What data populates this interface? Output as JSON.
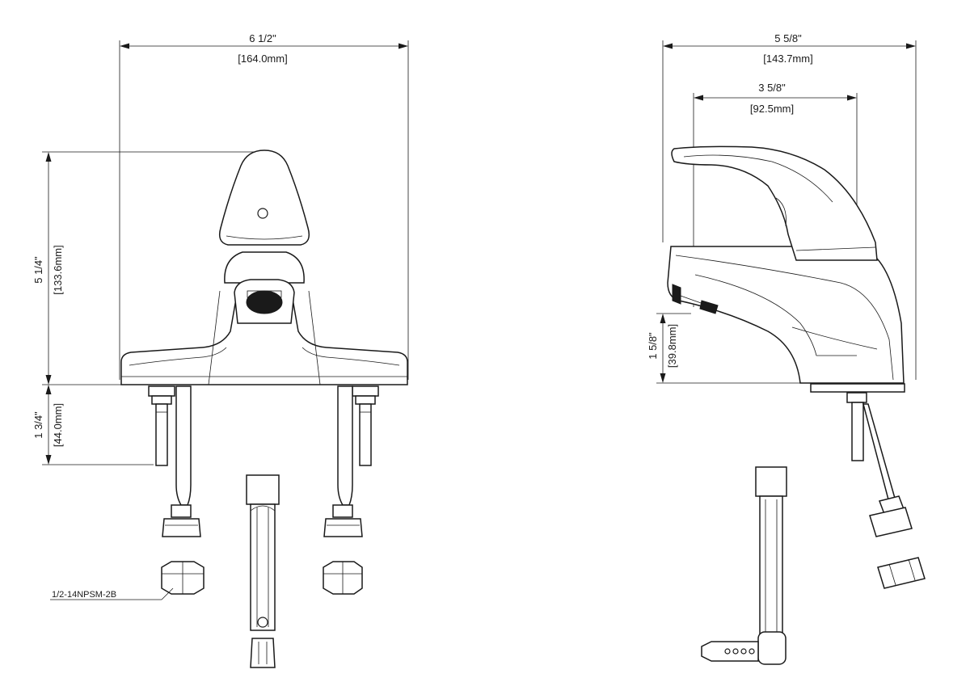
{
  "front_view": {
    "width": {
      "inch": "6 1/2\"",
      "mm": "[164.0mm]"
    },
    "height": {
      "inch": "5 1/4\"",
      "mm": "[133.6mm]"
    },
    "shank": {
      "inch": "1 3/4\"",
      "mm": "[44.0mm]"
    },
    "thread_note": "1/2-14NPSM-2B"
  },
  "side_view": {
    "depth": {
      "inch": "5 5/8\"",
      "mm": "[143.7mm]"
    },
    "reach": {
      "inch": "3 5/8\"",
      "mm": "[92.5mm]"
    },
    "spout_height": {
      "inch": "1 5/8\"",
      "mm": "[39.8mm]"
    }
  },
  "colors": {
    "line": "#1a1a1a",
    "background": "#ffffff"
  }
}
